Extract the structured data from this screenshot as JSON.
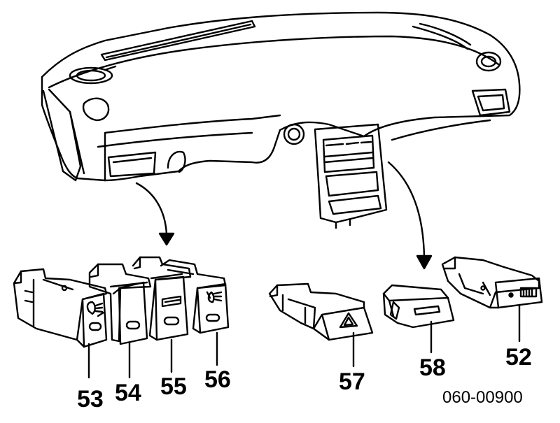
{
  "diagram": {
    "callouts": {
      "c53": "53",
      "c54": "54",
      "c55": "55",
      "c56": "56",
      "c57": "57",
      "c58": "58",
      "c52": "52"
    },
    "reference_code": "060-00900",
    "colors": {
      "ink": "#000000",
      "paper": "#ffffff"
    },
    "icons": {
      "switch_53": "headlight-leveling-icon",
      "switch_55": "text-icon",
      "switch_56": "fog-light-icon",
      "switch_57": "hazard-triangle-icon",
      "switch_52": "rear-defroster-icon"
    }
  }
}
